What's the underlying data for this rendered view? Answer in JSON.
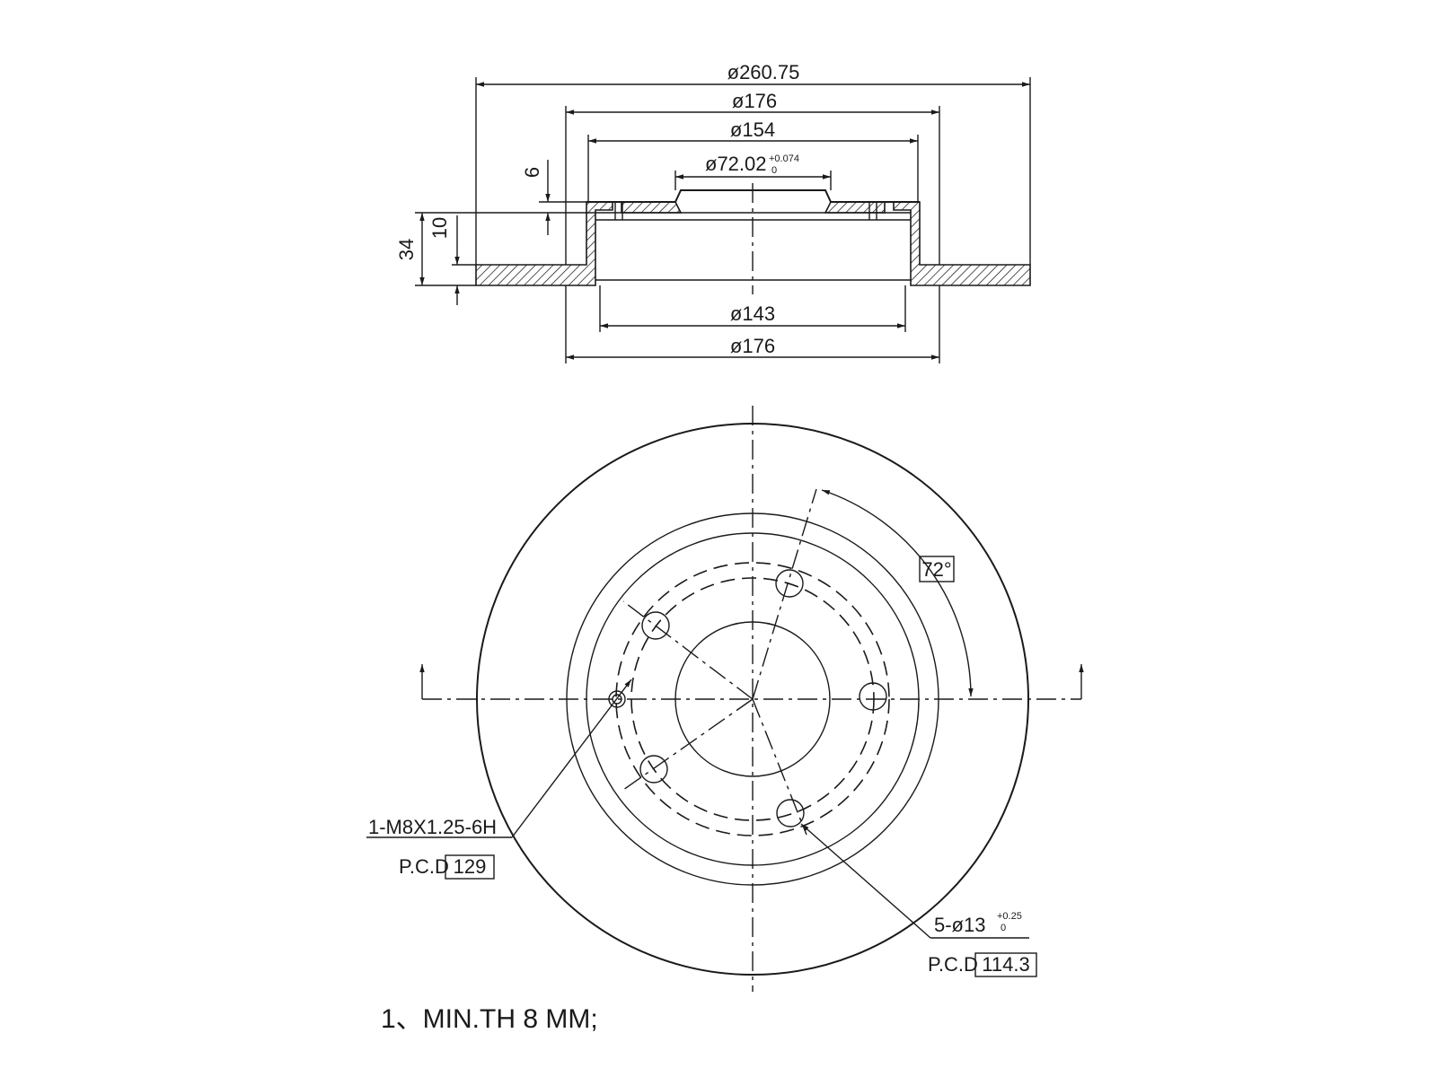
{
  "section_view": {
    "dims": {
      "outer_diameter": "ø260.75",
      "hat_outer_top": "ø176",
      "hat_inner": "ø154",
      "center_bore": "ø72.02",
      "center_bore_tol_upper": "+0.074",
      "center_bore_tol_lower": "0",
      "hat_top_thickness": "6",
      "disc_thickness": "10",
      "total_height": "34",
      "inner_bottom": "ø143",
      "outer_bottom": "ø176"
    }
  },
  "plan_view": {
    "angle": "72°",
    "thread_callout": "1-M8X1.25-6H",
    "thread_pcd_label": "P.C.D",
    "thread_pcd_value": "129",
    "holes_callout": "5-ø13",
    "holes_tol_upper": "+0.25",
    "holes_tol_lower": "0",
    "holes_pcd_label": "P.C.D",
    "holes_pcd_value": "114.3"
  },
  "note": "1、MIN.TH 8 MM;"
}
